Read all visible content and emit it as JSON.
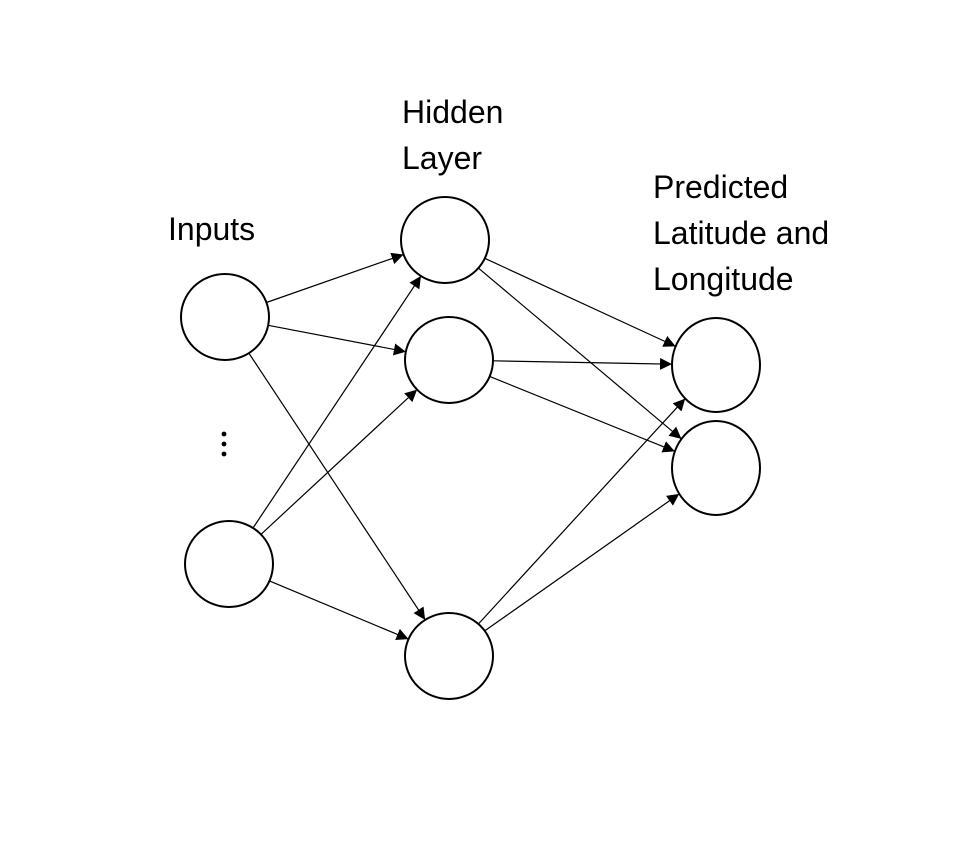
{
  "labels": {
    "inputs": "Inputs",
    "hidden_line1": "Hidden",
    "hidden_line2": "Layer",
    "output_line1": "Predicted",
    "output_line2": "Latitude and",
    "output_line3": "Longitude"
  },
  "ellipsis": "⋮",
  "layers": {
    "inputs": [
      "input-1",
      "input-2"
    ],
    "hidden": [
      "hidden-1",
      "hidden-2",
      "hidden-3"
    ],
    "outputs": [
      "output-1",
      "output-2"
    ]
  },
  "connections": [
    [
      "input-1",
      "hidden-1"
    ],
    [
      "input-1",
      "hidden-2"
    ],
    [
      "input-1",
      "hidden-3"
    ],
    [
      "input-2",
      "hidden-1"
    ],
    [
      "input-2",
      "hidden-2"
    ],
    [
      "input-2",
      "hidden-3"
    ],
    [
      "hidden-1",
      "output-1"
    ],
    [
      "hidden-1",
      "output-2"
    ],
    [
      "hidden-2",
      "output-1"
    ],
    [
      "hidden-2",
      "output-2"
    ],
    [
      "hidden-3",
      "output-1"
    ],
    [
      "hidden-3",
      "output-2"
    ]
  ]
}
